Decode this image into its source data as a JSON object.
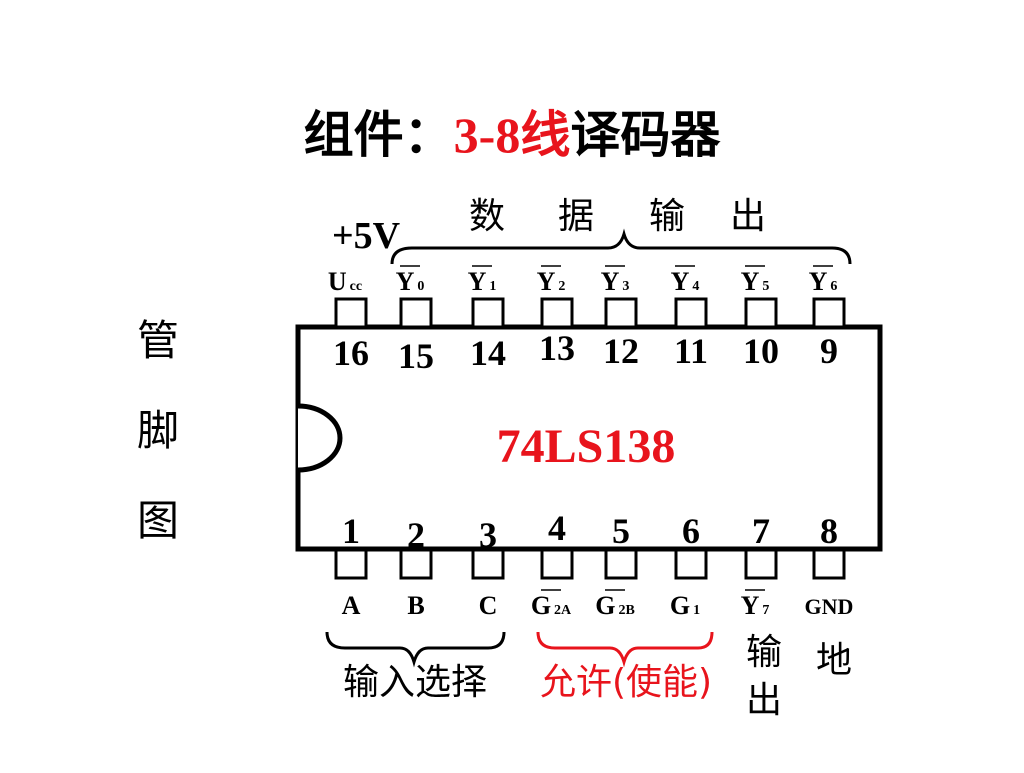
{
  "title": {
    "prefix": "组件：",
    "highlight": "3-8线",
    "suffix": "译码器"
  },
  "side_label": [
    "管",
    "脚",
    "图"
  ],
  "chip_name": "74LS138",
  "power_label": "+5V",
  "group_labels": {
    "data_output": [
      "数",
      "据",
      "输",
      "出"
    ],
    "input_select": "输入选择",
    "enable": "允许(使能)",
    "output_y7": [
      "输",
      "出"
    ],
    "ground": "地"
  },
  "top_pins": [
    {
      "number": "16",
      "label": "U",
      "sub": "cc",
      "overbar": false
    },
    {
      "number": "15",
      "label": "Y",
      "sub": "0",
      "overbar": true
    },
    {
      "number": "14",
      "label": "Y",
      "sub": "1",
      "overbar": true
    },
    {
      "number": "13",
      "label": "Y",
      "sub": "2",
      "overbar": true
    },
    {
      "number": "12",
      "label": "Y",
      "sub": "3",
      "overbar": true
    },
    {
      "number": "11",
      "label": "Y",
      "sub": "4",
      "overbar": true
    },
    {
      "number": "10",
      "label": "Y",
      "sub": "5",
      "overbar": true
    },
    {
      "number": "9",
      "label": "Y",
      "sub": "6",
      "overbar": true
    }
  ],
  "bottom_pins": [
    {
      "number": "1",
      "label": "A",
      "sub": "",
      "overbar": false
    },
    {
      "number": "2",
      "label": "B",
      "sub": "",
      "overbar": false
    },
    {
      "number": "3",
      "label": "C",
      "sub": "",
      "overbar": false
    },
    {
      "number": "4",
      "label": "G",
      "sub": "2A",
      "overbar": true
    },
    {
      "number": "5",
      "label": "G",
      "sub": "2B",
      "overbar": true
    },
    {
      "number": "6",
      "label": "G",
      "sub": "1",
      "overbar": false
    },
    {
      "number": "7",
      "label": "Y",
      "sub": "7",
      "overbar": true
    },
    {
      "number": "8",
      "label": "GND",
      "sub": "",
      "overbar": false
    }
  ],
  "colors": {
    "accent": "#e8141c",
    "ink": "#000000",
    "background": "#ffffff"
  }
}
